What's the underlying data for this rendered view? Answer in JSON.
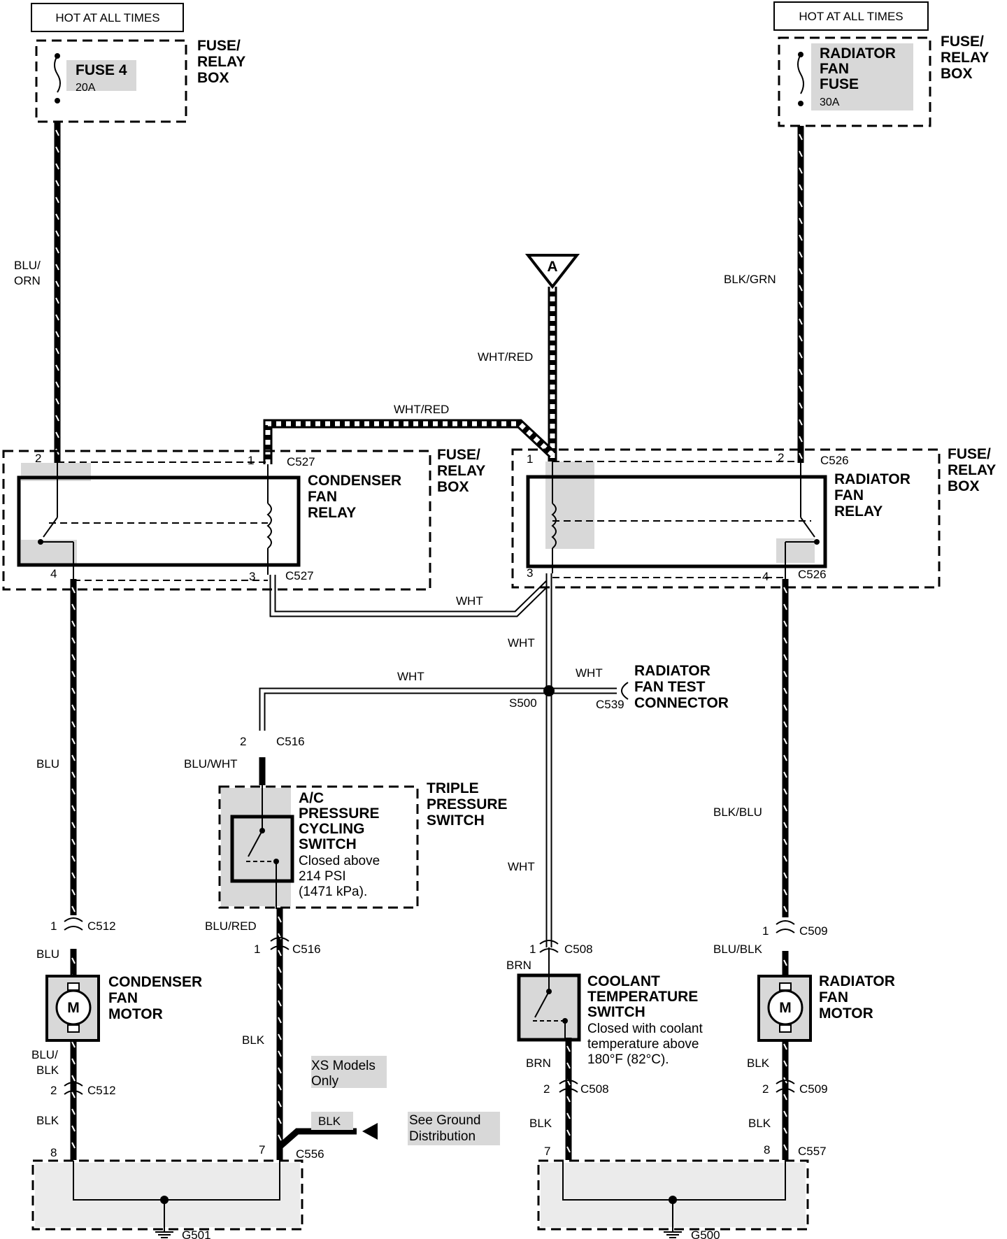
{
  "labels": {
    "hot_left": "HOT AT ALL TIMES",
    "hot_right": "HOT AT ALL TIMES",
    "fuse4_name": "FUSE 4",
    "fuse4_rating": "20A",
    "fuse_relay_box_tl": [
      "FUSE/",
      "RELAY",
      "BOX"
    ],
    "radiator_fuse_name": [
      "RADIATOR",
      "FAN",
      "FUSE"
    ],
    "radiator_fuse_rating": "30A",
    "fuse_relay_box_tr": [
      "FUSE/",
      "RELAY",
      "BOX"
    ],
    "wire_blu_orn": [
      "BLU/",
      "ORN"
    ],
    "wire_blk_grn": "BLK/GRN",
    "connector_a": "A",
    "wire_wht_red_vertical": "WHT/RED",
    "wire_wht_red_top": "WHT/RED",
    "condenser_relay": [
      "CONDENSER",
      "FAN",
      "RELAY"
    ],
    "fuse_relay_box_ml": [
      "FUSE/",
      "RELAY",
      "BOX"
    ],
    "radiator_relay": [
      "RADIATOR",
      "FAN",
      "RELAY"
    ],
    "fuse_relay_box_mr": [
      "FUSE/",
      "RELAY",
      "BOX"
    ],
    "pin_l_2": "2",
    "pin_l_1": "1",
    "c527_top": "C527",
    "pin_l_4": "4",
    "pin_l_3": "3",
    "c527_bottom": "C527",
    "pin_r_1": "1",
    "pin_r_2": "2",
    "c526_top": "C526",
    "pin_r_3": "3",
    "pin_r_4": "4",
    "c526_bottom": "C526",
    "wire_wht_under_relay": "WHT",
    "wire_wht_vertical_1": "WHT",
    "wire_wht_horizontal": "WHT",
    "wire_wht_to_c539": "WHT",
    "s500": "S500",
    "c539": "C539",
    "test_connector": [
      "RADIATOR",
      "FAN TEST",
      "CONNECTOR"
    ],
    "pin_c516_2": "2",
    "c516_top": "C516",
    "wire_blu_left": "BLU",
    "wire_blu_wht": "BLU/WHT",
    "ac_switch": [
      "A/C",
      "PRESSURE",
      "CYCLING",
      "SWITCH"
    ],
    "ac_switch_note": [
      "Closed above",
      "214 PSI",
      "(1471 kPa)."
    ],
    "triple_switch": [
      "TRIPLE",
      "PRESSURE",
      "SWITCH"
    ],
    "wire_blk_blu": "BLK/BLU",
    "wire_wht_vertical_2": "WHT",
    "pin_c512_1": "1",
    "c512_top": "C512",
    "wire_blu_red": "BLU/RED",
    "pin_c516_1": "1",
    "c516_bottom": "C516",
    "pin_c508_1": "1",
    "c508_top": "C508",
    "pin_c509_1": "1",
    "c509_top": "C509",
    "wire_blu_left_2": "BLU",
    "wire_brn_top": "BRN",
    "wire_blu_blk_right": "BLU/BLK",
    "condenser_motor": [
      "CONDENSER",
      "FAN",
      "MOTOR"
    ],
    "coolant_switch": [
      "COOLANT",
      "TEMPERATURE",
      "SWITCH"
    ],
    "coolant_note": [
      "Closed with coolant",
      "temperature above",
      "180°F (82°C)."
    ],
    "radiator_motor": [
      "RADIATOR",
      "FAN",
      "MOTOR"
    ],
    "motor_letter_left": "M",
    "motor_letter_right": "M",
    "wire_blk_mid": "BLK",
    "wire_blu_blk_left": [
      "BLU/",
      "BLK"
    ],
    "wire_brn_bottom": "BRN",
    "wire_blk_right_1": "BLK",
    "xs_models": [
      "XS Models",
      "Only"
    ],
    "pin_c512_2": "2",
    "c512_bottom": "C512",
    "pin_c508_2": "2",
    "c508_bottom": "C508",
    "pin_c509_2": "2",
    "c509_bottom": "C509",
    "wire_blk_left_bottom": "BLK",
    "wire_blk_ground": "BLK",
    "see_ground": [
      "See Ground",
      "Distribution"
    ],
    "wire_blk_mid_bottom": "BLK",
    "wire_blk_right_bottom": "BLK",
    "pin_8_left": "8",
    "pin_7_left": "7",
    "c556": "C556",
    "pin_7_right": "7",
    "pin_8_right": "8",
    "c557": "C557",
    "g501": "G501",
    "g500": "G500"
  }
}
